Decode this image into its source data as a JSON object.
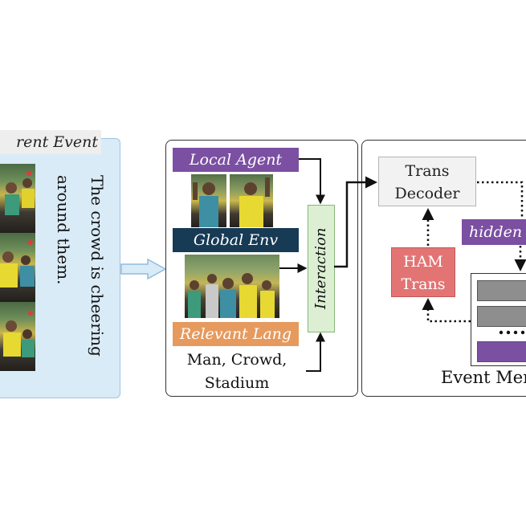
{
  "current_event": {
    "title": "rent Event",
    "caption": "The crowd is cheering around them."
  },
  "interaction_module": {
    "local_agent_label": "Local Agent",
    "global_env_label": "Global Env",
    "relevant_lang_label": "Relevant Lang",
    "language_words": [
      "Man, Crowd,",
      "Stadium"
    ],
    "interaction_label": "Interaction"
  },
  "event_memory_module": {
    "decoder_lines": [
      "Trans",
      "Decoder"
    ],
    "ham_lines": [
      "HAM",
      "Trans"
    ],
    "hidden_label": "hidden",
    "memory_label": "Event Mem"
  },
  "colors": {
    "agent_purple": "#7b4fa1",
    "env_navy": "#173a55",
    "lang_orange": "#e69a5e",
    "ham_red": "#e37474",
    "interaction_green": "#dcefd3",
    "panel_blue": "#d9ebf7"
  }
}
